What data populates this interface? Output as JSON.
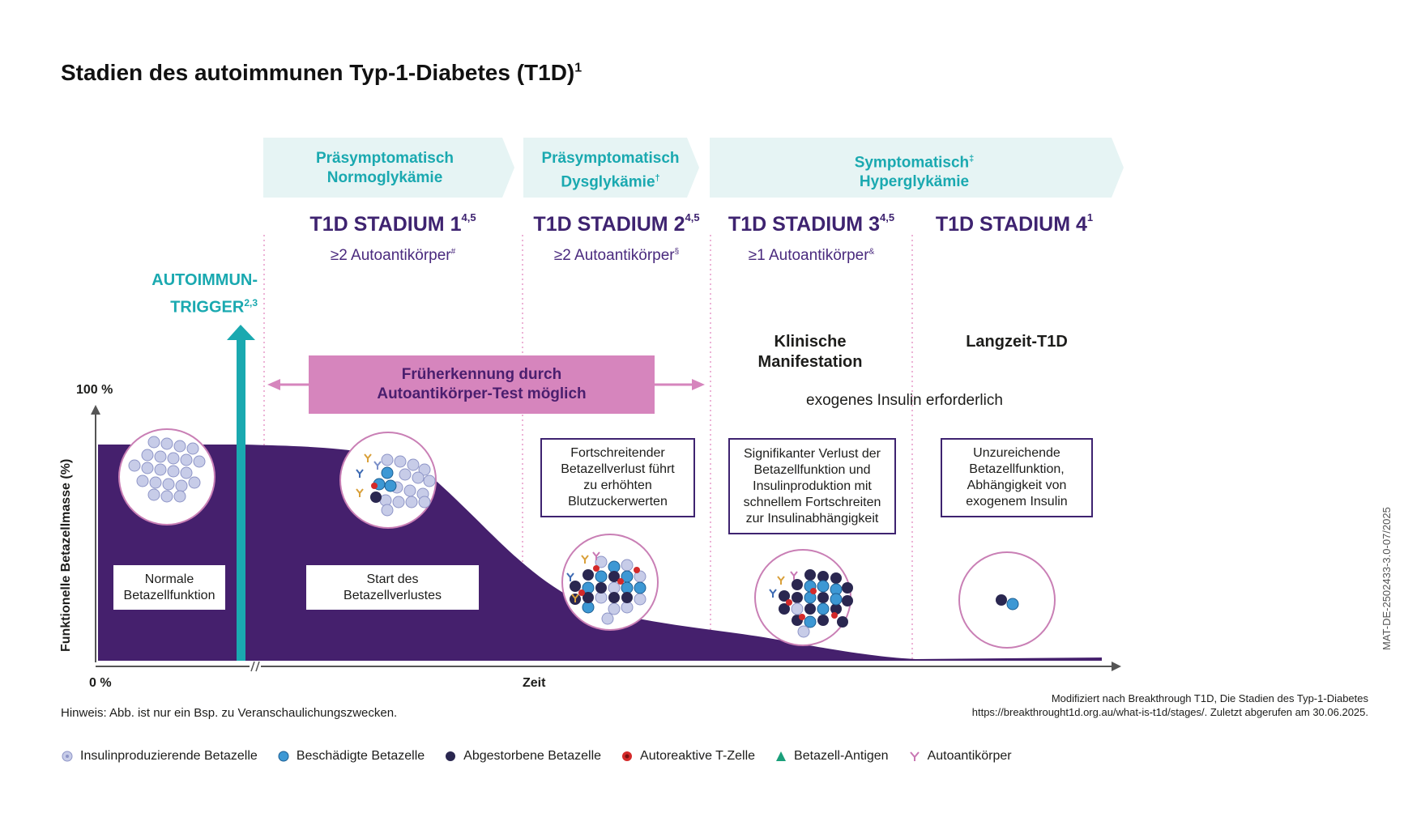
{
  "title": "Stadien des autoimmunen Typ-1-Diabetes (T1D)",
  "title_sup": "1",
  "banners": [
    {
      "line1": "Präsymptomatisch",
      "line2": "Normoglykämie",
      "sup": ""
    },
    {
      "line1": "Präsymptomatisch",
      "line2": "Dysglykämie",
      "sup": "†"
    },
    {
      "line1": "Symptomatisch",
      "line1_sup": "‡",
      "line2": "Hyperglykämie"
    }
  ],
  "stages": [
    {
      "title": "T1D STADIUM 1",
      "sup": "4,5",
      "antibodies": "≥2 Autoantikörper",
      "ab_sup": "#"
    },
    {
      "title": "T1D STADIUM 2",
      "sup": "4,5",
      "antibodies": "≥2 Autoantikörper",
      "ab_sup": "§"
    },
    {
      "title": "T1D STADIUM 3",
      "sup": "4,5",
      "antibodies": "≥1 Autoantikörper",
      "ab_sup": "&"
    },
    {
      "title": "T1D STADIUM 4",
      "sup": "1",
      "antibodies": "",
      "ab_sup": ""
    }
  ],
  "trigger": {
    "line1": "AUTOIMMUN-",
    "line2": "TRIGGER",
    "sup": "2,3"
  },
  "early_detection": {
    "line1": "Früherkennung durch",
    "line2": "Autoantikörper-Test möglich"
  },
  "phase_labels": {
    "clinical_line1": "Klinische",
    "clinical_line2": "Manifestation",
    "longterm": "Langzeit-T1D"
  },
  "exogenous_insulin": "exogenes Insulin erforderlich",
  "boxes": {
    "normal_line1": "Normale",
    "normal_line2": "Betazellfunktion",
    "start_line1": "Start des",
    "start_line2": "Betazellverlustes",
    "stage2_lines": [
      "Fortschreitender",
      "Betazellverlust führt",
      "zu erhöhten",
      "Blutzuckerwerten"
    ],
    "stage3_lines": [
      "Signifikanter Verlust der",
      "Betazellfunktion und",
      "Insulinproduktion mit",
      "schnellem Fortschreiten",
      "zur Insulinabhängigkeit"
    ],
    "stage4_lines": [
      "Unzureichende",
      "Betazellfunktion,",
      "Abhängigkeit von",
      "exogenem Insulin"
    ]
  },
  "axes": {
    "y_label": "Funktionelle Betazellmasse (%)",
    "y_top": "100 %",
    "y_bottom": "0 %",
    "x_label": "Zeit"
  },
  "note": "Hinweis: Abb. ist nur ein Bsp. zu Veranschaulichungszwecken.",
  "source_line1": "Modifiziert nach Breakthrough T1D, Die Stadien des Typ-1-Diabetes",
  "source_line2": "https://breakthrought1d.org.au/what-is-t1d/stages/. Zuletzt abgerufen am 30.06.2025.",
  "doc_code": "MAT-DE-2502433-3.0-07/2025",
  "legend": [
    {
      "label": "Insulinproduzierende Betazelle",
      "icon": "healthy-cell-icon"
    },
    {
      "label": "Beschädigte Betazelle",
      "icon": "damaged-cell-icon"
    },
    {
      "label": "Abgestorbene Betazelle",
      "icon": "dead-cell-icon"
    },
    {
      "label": "Autoreaktive T-Zelle",
      "icon": "t-cell-icon"
    },
    {
      "label": "Betazell-Antigen",
      "icon": "antigen-icon"
    },
    {
      "label": "Autoantikörper",
      "icon": "autoantibody-icon"
    }
  ],
  "colors": {
    "purple": "#45206d",
    "teal": "#1aa9b0",
    "pink": "#d685bd",
    "banner": "#e6f4f4",
    "healthy": "#c7cce8",
    "damaged": "#3d98d4",
    "dead": "#2a2750",
    "tcell": "#d42a2a"
  }
}
